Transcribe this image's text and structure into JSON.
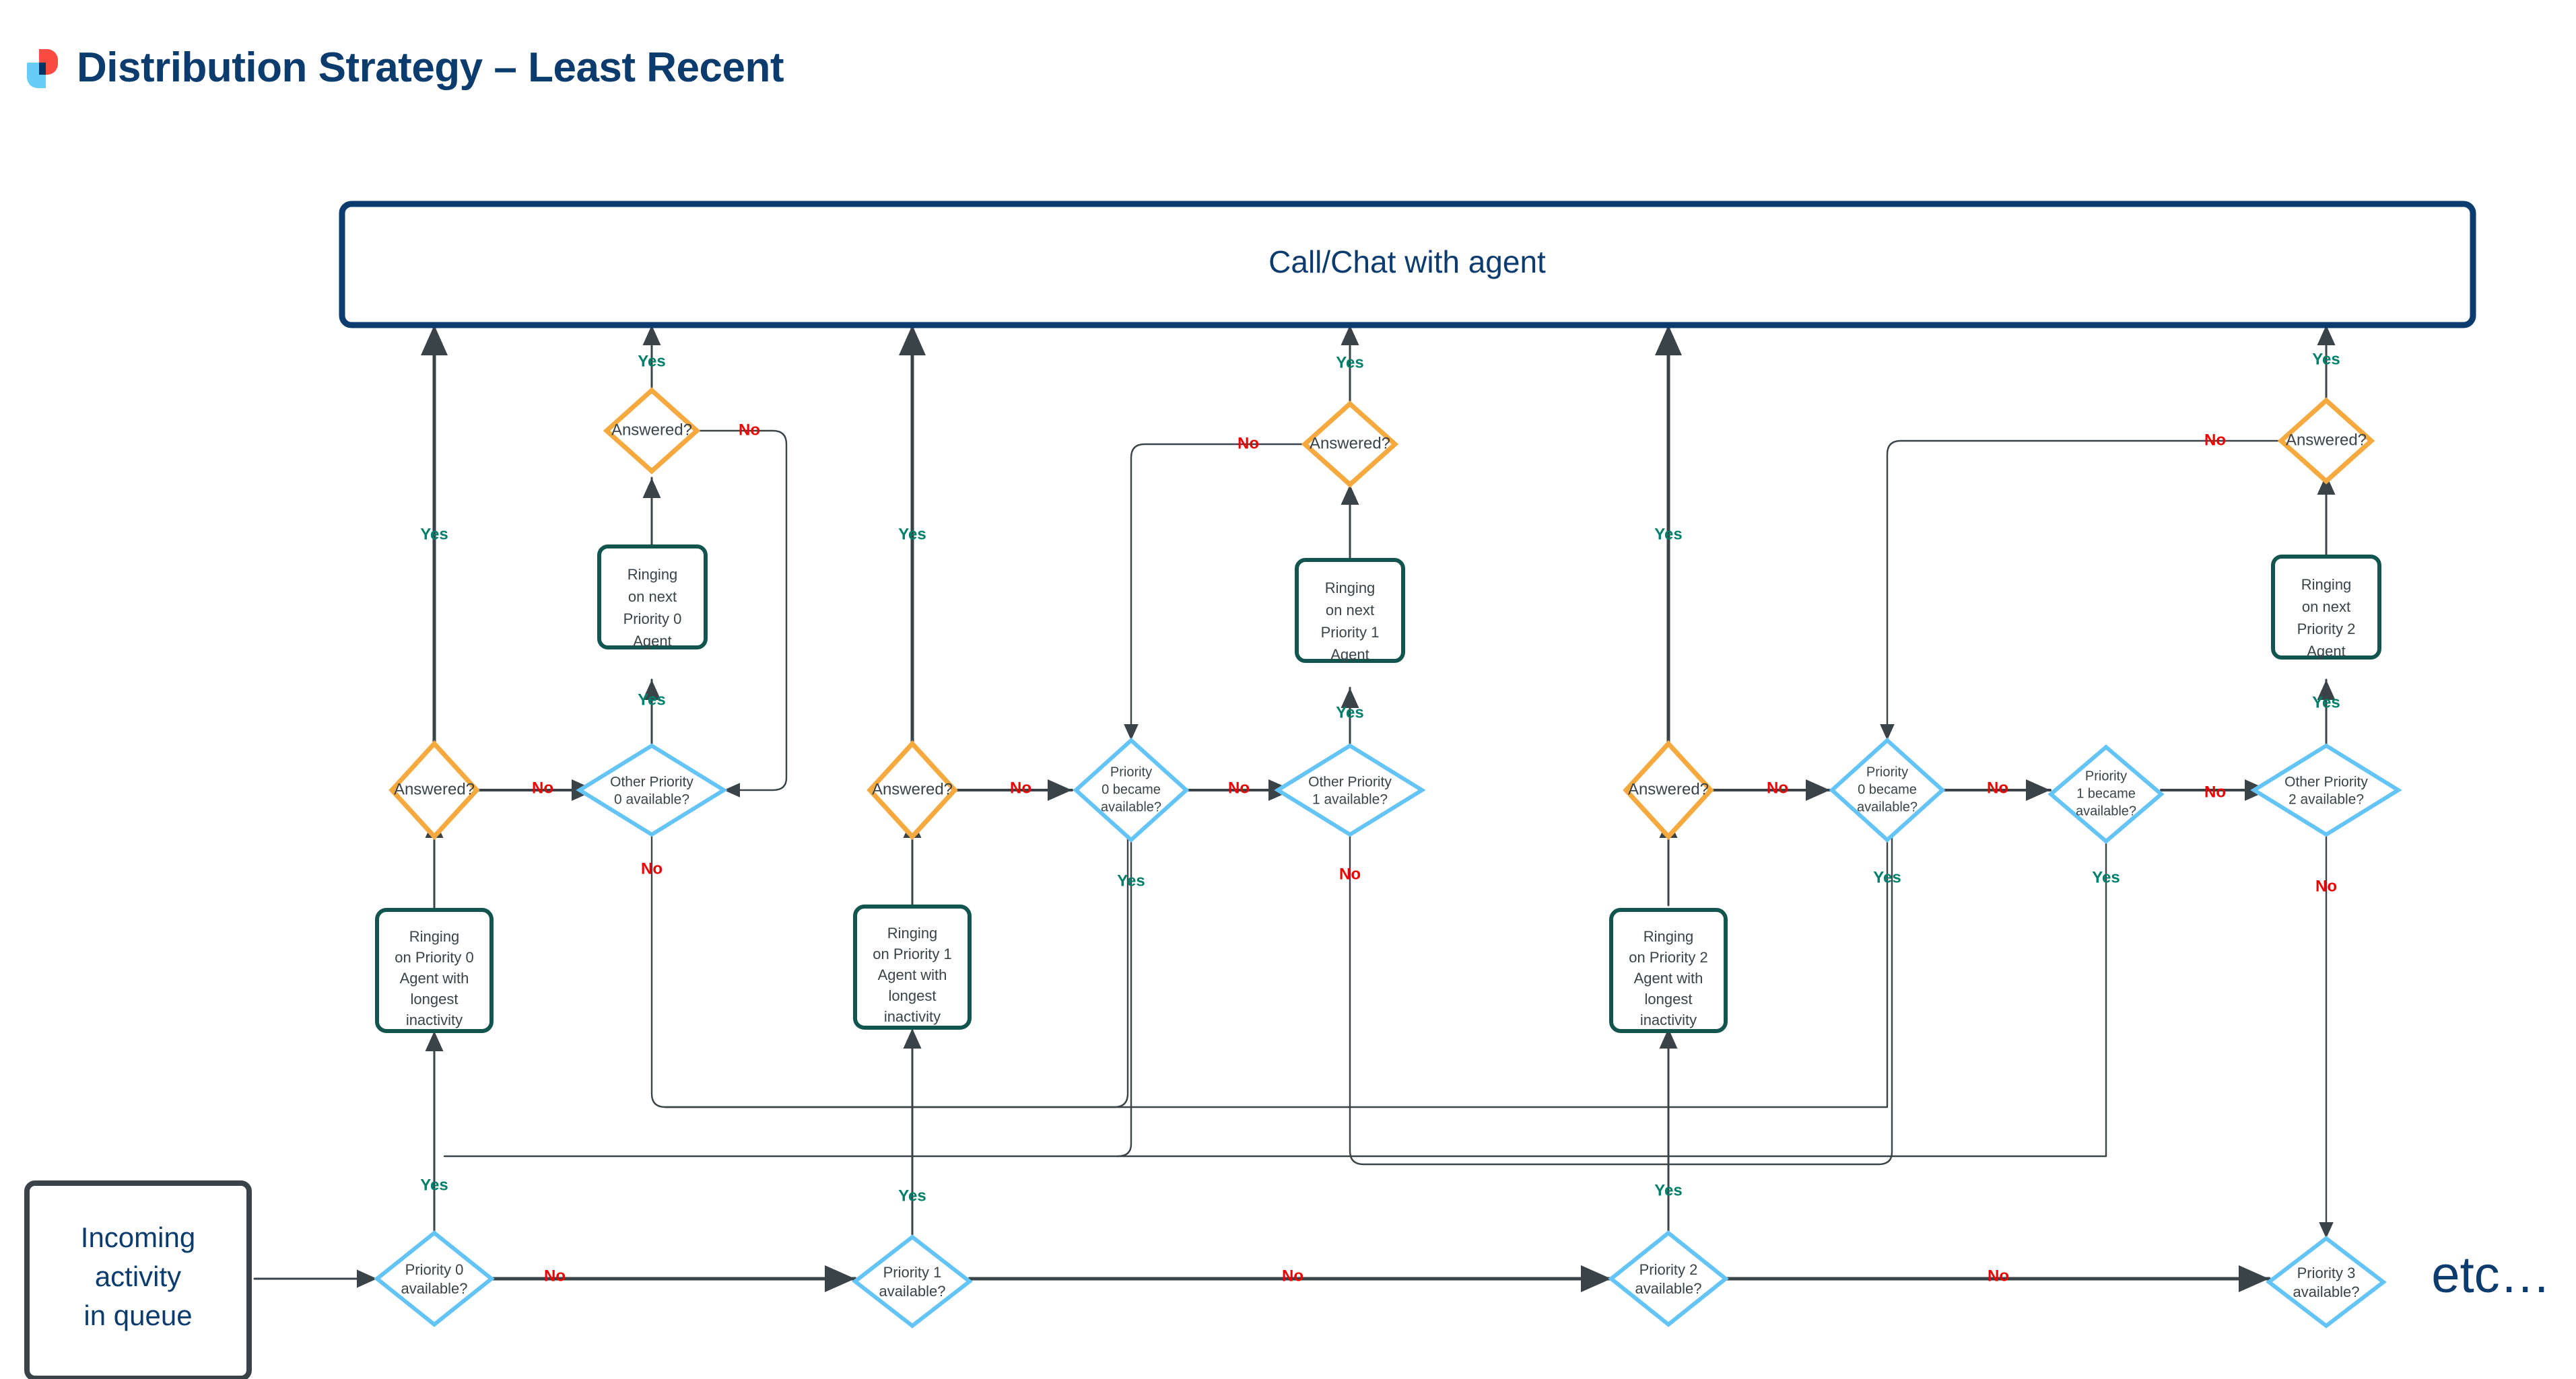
{
  "header": {
    "title": "Distribution Strategy – Least Recent",
    "logo_name": "brand-logo",
    "logo_colors": {
      "red": "#FB4A3F",
      "blue": "#68CCF8",
      "navy": "#003366"
    }
  },
  "colors": {
    "navy": "#0C3C6E",
    "orange": "#F5A93F",
    "light_blue": "#64C4F5",
    "teal": "#12554F",
    "dark_slate": "#3A4348",
    "yes_green": "#00806A",
    "no_red": "#EE0000",
    "line": "#3A4348"
  },
  "chart_data": {
    "type": "diagram",
    "title": "Distribution Strategy – Least Recent",
    "nodes": [
      {
        "id": "call_chat",
        "shape": "rounded-rect",
        "label": "Call/Chat with agent",
        "color": "#0C3C6E"
      },
      {
        "id": "incoming",
        "shape": "rounded-rect",
        "label": "Incoming activity in queue",
        "color": "#3A4348"
      },
      {
        "id": "p0_avail",
        "shape": "diamond",
        "label": "Priority 0 available?",
        "color": "#64C4F5"
      },
      {
        "id": "p1_avail",
        "shape": "diamond",
        "label": "Priority 1 available?",
        "color": "#64C4F5"
      },
      {
        "id": "p2_avail",
        "shape": "diamond",
        "label": "Priority 2 available?",
        "color": "#64C4F5"
      },
      {
        "id": "p3_avail",
        "shape": "diamond",
        "label": "Priority 3 available?",
        "color": "#64C4F5"
      },
      {
        "id": "ring_p0_longest",
        "shape": "rounded-rect",
        "label": "Ringing on Priority 0 Agent with longest inactivity",
        "color": "#12554F"
      },
      {
        "id": "ring_p1_longest",
        "shape": "rounded-rect",
        "label": "Ringing on Priority 1 Agent with longest inactivity",
        "color": "#12554F"
      },
      {
        "id": "ring_p2_longest",
        "shape": "rounded-rect",
        "label": "Ringing on Priority 2 Agent with longest inactivity",
        "color": "#12554F"
      },
      {
        "id": "ans_p0",
        "shape": "diamond",
        "label": "Answered?",
        "color": "#F5A93F"
      },
      {
        "id": "ans_p1",
        "shape": "diamond",
        "label": "Answered?",
        "color": "#F5A93F"
      },
      {
        "id": "ans_p2",
        "shape": "diamond",
        "label": "Answered?",
        "color": "#F5A93F"
      },
      {
        "id": "ans_next_p0",
        "shape": "diamond",
        "label": "Answered?",
        "color": "#F5A93F"
      },
      {
        "id": "ans_next_p1",
        "shape": "diamond",
        "label": "Answered?",
        "color": "#F5A93F"
      },
      {
        "id": "ans_next_p2",
        "shape": "diamond",
        "label": "Answered?",
        "color": "#F5A93F"
      },
      {
        "id": "other_p0",
        "shape": "diamond",
        "label": "Other Priority 0 available?",
        "color": "#64C4F5"
      },
      {
        "id": "other_p1",
        "shape": "diamond",
        "label": "Other Priority 1 available?",
        "color": "#64C4F5"
      },
      {
        "id": "other_p2",
        "shape": "diamond",
        "label": "Other Priority 2 available?",
        "color": "#64C4F5"
      },
      {
        "id": "ring_next_p0",
        "shape": "rounded-rect",
        "label": "Ringing on next Priority 0 Agent",
        "color": "#12554F"
      },
      {
        "id": "ring_next_p1",
        "shape": "rounded-rect",
        "label": "Ringing on next Priority 1 Agent",
        "color": "#12554F"
      },
      {
        "id": "ring_next_p2",
        "shape": "rounded-rect",
        "label": "Ringing on next Priority 2 Agent",
        "color": "#12554F"
      },
      {
        "id": "p0_became",
        "shape": "diamond",
        "label": "Priority 0 became available?",
        "color": "#64C4F5"
      },
      {
        "id": "p0_became_2",
        "shape": "diamond",
        "label": "Priority 0 became available?",
        "color": "#64C4F5"
      },
      {
        "id": "p1_became",
        "shape": "diamond",
        "label": "Priority 1 became available?",
        "color": "#64C4F5"
      },
      {
        "id": "etc",
        "shape": "text",
        "label": "etc…",
        "color": "#0C3C6E"
      }
    ],
    "edge_labels": {
      "yes": "Yes",
      "no": "No"
    }
  },
  "nodes": {
    "call_chat": {
      "line1": "Call/Chat with agent"
    },
    "incoming": {
      "line1": "Incoming",
      "line2": "activity",
      "line3": "in queue"
    },
    "etc": {
      "label": "etc…"
    },
    "p0_avail": {
      "line1": "Priority 0",
      "line2": "available?"
    },
    "p1_avail": {
      "line1": "Priority 1",
      "line2": "available?"
    },
    "p2_avail": {
      "line1": "Priority 2",
      "line2": "available?"
    },
    "p3_avail": {
      "line1": "Priority 3",
      "line2": "available?"
    },
    "ring_p0_longest": {
      "l1": "Ringing",
      "l2": "on Priority 0",
      "l3": "Agent with",
      "l4": "longest",
      "l5": "inactivity"
    },
    "ring_p1_longest": {
      "l1": "Ringing",
      "l2": "on Priority 1",
      "l3": "Agent with",
      "l4": "longest",
      "l5": "inactivity"
    },
    "ring_p2_longest": {
      "l1": "Ringing",
      "l2": "on Priority 2",
      "l3": "Agent with",
      "l4": "longest",
      "l5": "inactivity"
    },
    "ring_next_p0": {
      "l1": "Ringing",
      "l2": "on next",
      "l3": "Priority 0",
      "l4": "Agent"
    },
    "ring_next_p1": {
      "l1": "Ringing",
      "l2": "on next",
      "l3": "Priority 1",
      "l4": "Agent"
    },
    "ring_next_p2": {
      "l1": "Ringing",
      "l2": "on next",
      "l3": "Priority 2",
      "l4": "Agent"
    },
    "answered": {
      "label": "Answered?"
    },
    "other_p0": {
      "line1": "Other Priority",
      "line2": "0 available?"
    },
    "other_p1": {
      "line1": "Other Priority",
      "line2": "1 available?"
    },
    "other_p2": {
      "line1": "Other Priority",
      "line2": "2 available?"
    },
    "p0_became": {
      "line1": "Priority",
      "line2": "0 became",
      "line3": "available?"
    },
    "p1_became": {
      "line1": "Priority",
      "line2": "1 became",
      "line3": "available?"
    }
  },
  "labels": {
    "yes": "Yes",
    "no": "No"
  }
}
